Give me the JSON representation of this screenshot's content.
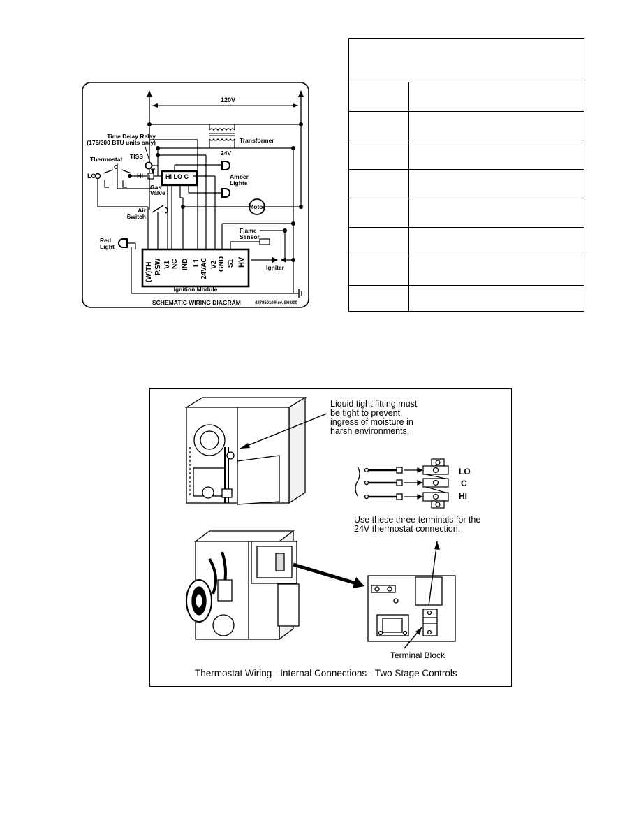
{
  "schematic": {
    "title": "SCHEMATIC WIRING DIAGRAM",
    "doc_number": "42785010",
    "revision": "Rev. B",
    "date": "03/09",
    "labels": {
      "voltage_120": "120V",
      "transformer": "Transformer",
      "voltage_24": "24V",
      "time_delay_relay_1": "Time Delay Relay",
      "time_delay_relay_2": "(175/200 BTU units only)",
      "thermostat": "Thermostat",
      "tiss": "TISS",
      "c": "C",
      "lo": "LO",
      "hi": "HI",
      "gas_valve_1": "Gas",
      "gas_valve_2": "Valve",
      "gas_valve_terminals": "HI  LO  C",
      "amber_lights_1": "Amber",
      "amber_lights_2": "Lights",
      "motor": "Motor",
      "air_switch_1": "Air",
      "air_switch_2": "Switch",
      "flame_sensor_1": "Flame",
      "flame_sensor_2": "Sensor",
      "red_light_1": "Red",
      "red_light_2": "Light",
      "igniter": "Igniter",
      "ignition_module": "Ignition Module"
    },
    "module_terminals": [
      "(W)TH",
      "P.SW",
      "V1",
      "NC",
      "IND",
      "L1",
      "24VAC",
      "V2",
      "GND",
      "S1",
      "HV"
    ]
  },
  "legend": {
    "header": "",
    "rows": [
      {
        "key": "",
        "value": ""
      },
      {
        "key": "",
        "value": ""
      },
      {
        "key": "",
        "value": ""
      },
      {
        "key": "",
        "value": ""
      },
      {
        "key": "",
        "value": ""
      },
      {
        "key": "",
        "value": ""
      },
      {
        "key": "",
        "value": ""
      },
      {
        "key": "",
        "value": ""
      }
    ]
  },
  "thermostat_figure": {
    "fitting_note": [
      "Liquid tight fitting must",
      "be tight to prevent",
      "ingress of moisture in",
      "harsh environments."
    ],
    "terminal_labels": [
      "LO",
      "C",
      "HI"
    ],
    "terminal_note": [
      "Use these three terminals for the",
      "24V thermostat connection."
    ],
    "terminal_block": "Terminal Block",
    "caption": "Thermostat Wiring - Internal Connections - Two Stage Controls"
  }
}
